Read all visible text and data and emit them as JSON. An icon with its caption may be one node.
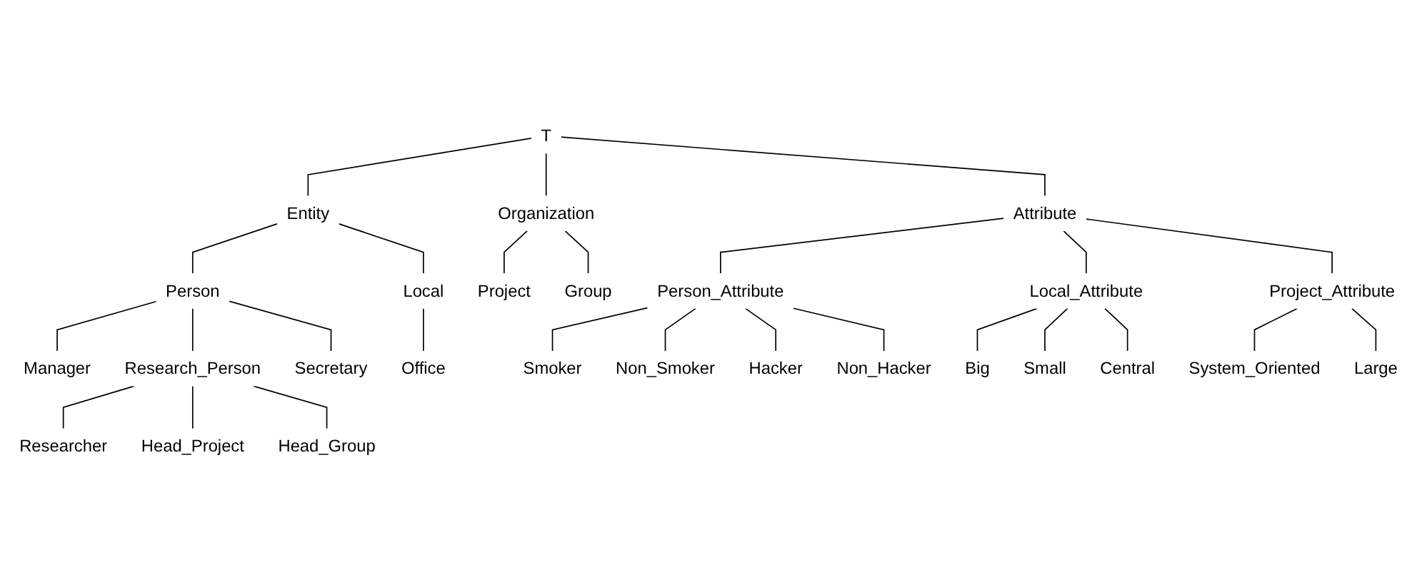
{
  "diagram": {
    "nodes": [
      {
        "text": [
          "T"
        ]
      },
      {
        "text": [
          "Entity"
        ]
      },
      {
        "text": [
          "Organization"
        ]
      },
      {
        "text": [
          "Person"
        ]
      },
      {
        "text": [
          "Local"
        ]
      },
      {
        "text": [
          "Project"
        ]
      },
      {
        "text": [
          "Group"
        ]
      },
      {
        "text": [
          "Manager"
        ]
      },
      {
        "text": [
          "Research_Person"
        ]
      },
      {
        "text": [
          "Secretary"
        ]
      },
      {
        "text": [
          "Office"
        ]
      },
      {
        "text": [
          "Researcher"
        ]
      },
      {
        "text": [
          "Head_Project"
        ]
      },
      {
        "text": [
          "Head_Group"
        ]
      },
      {
        "text": [
          "Attribute"
        ]
      },
      {
        "text": [
          "Person_Attribute"
        ]
      },
      {
        "text": [
          "Local_Attribute"
        ]
      },
      {
        "text": [
          "Project_Attribute"
        ]
      },
      {
        "text": [
          "Smoker"
        ]
      },
      {
        "text": [
          "Non_Smoker"
        ]
      },
      {
        "text": [
          "Hacker"
        ]
      },
      {
        "text": [
          "Non_Hacker"
        ]
      },
      {
        "text": [
          "Big"
        ]
      },
      {
        "text": [
          "Small"
        ]
      },
      {
        "text": [
          "Central"
        ]
      },
      {
        "text": [
          "System_Oriented"
        ]
      },
      {
        "text": [
          "Large"
        ]
      }
    ],
    "edges": [
      {
        "from": 0,
        "to": 1,
        "arrow": "none"
      },
      {
        "from": 0,
        "to": 14,
        "arrow": "none"
      },
      {
        "from": 0,
        "to": 2,
        "arrow": "none"
      },
      {
        "from": 1,
        "to": 3,
        "arrow": "none"
      },
      {
        "from": 1,
        "to": 4,
        "arrow": "none"
      },
      {
        "from": 2,
        "to": 5,
        "arrow": "none"
      },
      {
        "from": 2,
        "to": 6,
        "arrow": "none"
      },
      {
        "from": 3,
        "to": 7,
        "arrow": "none"
      },
      {
        "from": 3,
        "to": 8,
        "arrow": "none"
      },
      {
        "from": 3,
        "to": 9,
        "arrow": "none"
      },
      {
        "from": 4,
        "to": 10,
        "arrow": "none"
      },
      {
        "from": 8,
        "to": 11,
        "arrow": "none"
      },
      {
        "from": 8,
        "to": 12,
        "arrow": "none"
      },
      {
        "from": 8,
        "to": 13,
        "arrow": "none"
      },
      {
        "from": 14,
        "to": 15,
        "arrow": "none"
      },
      {
        "from": 14,
        "to": 16,
        "arrow": "none"
      },
      {
        "from": 14,
        "to": 17,
        "arrow": "none"
      },
      {
        "from": 15,
        "to": 18,
        "arrow": "none"
      },
      {
        "from": 15,
        "to": 19,
        "arrow": "none"
      },
      {
        "from": 15,
        "to": 20,
        "arrow": "none"
      },
      {
        "from": 15,
        "to": 21,
        "arrow": "none"
      },
      {
        "from": 16,
        "to": 22,
        "arrow": "none"
      },
      {
        "from": 16,
        "to": 23,
        "arrow": "none"
      },
      {
        "from": 16,
        "to": 24,
        "arrow": "none"
      },
      {
        "from": 17,
        "to": 25,
        "arrow": "none"
      },
      {
        "from": 17,
        "to": 26,
        "arrow": "none"
      }
    ]
  }
}
